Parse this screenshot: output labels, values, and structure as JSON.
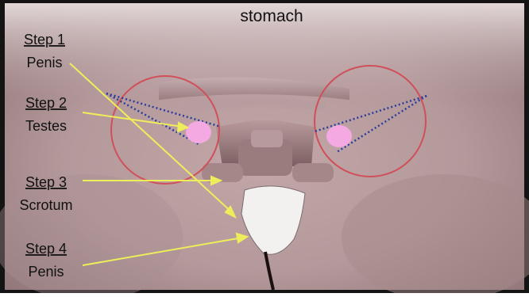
{
  "title": "stomach",
  "steps": [
    {
      "heading": "Step 1",
      "label": "Penis"
    },
    {
      "heading": "Step 2",
      "label": "Testes"
    },
    {
      "heading": "Step 3",
      "label": "Scrotum"
    },
    {
      "heading": "Step 4",
      "label": "Penis"
    }
  ],
  "colors": {
    "frame": "#1a1a1a",
    "skin_light": "#d9c7c7",
    "skin_mid": "#a88b8d",
    "skin_dark": "#4a3336",
    "circle": "#d0505a",
    "dotted_line": "#2a3c9c",
    "oval": "#f5a9e2",
    "arrow": "#eeee5a",
    "tissue": "#f0eeec"
  }
}
